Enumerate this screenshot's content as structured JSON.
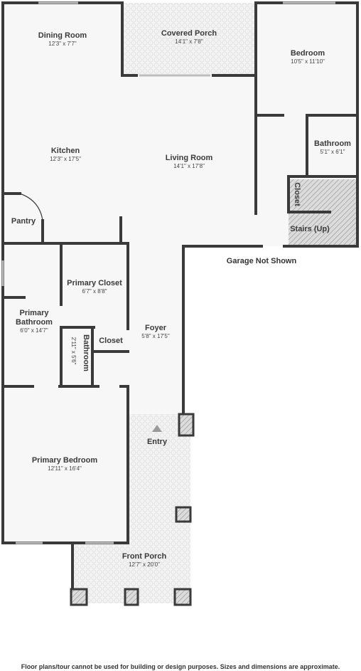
{
  "rooms": {
    "dining": {
      "name": "Dining Room",
      "dim": "12'3\" x 7'7\""
    },
    "covered_porch": {
      "name": "Covered Porch",
      "dim": "14'1\" x 7'8\""
    },
    "bedroom": {
      "name": "Bedroom",
      "dim": "10'5\" x 11'10\""
    },
    "bathroom": {
      "name": "Bathroom",
      "dim": "5'1\" x 6'1\""
    },
    "kitchen": {
      "name": "Kitchen",
      "dim": "12'3\" x 17'5\""
    },
    "living": {
      "name": "Living Room",
      "dim": "14'1\" x 17'8\""
    },
    "closet_top": {
      "name": "Closet"
    },
    "pantry": {
      "name": "Pantry"
    },
    "stairs": {
      "name": "Stairs (Up)"
    },
    "primary_closet": {
      "name": "Primary Closet",
      "dim": "6'7\" x 8'8\""
    },
    "primary_bath": {
      "name_line1": "Primary",
      "name_line2": "Bathroom",
      "dim": "6'0\" x 14'7\""
    },
    "small_bath": {
      "name": "Bathroom",
      "dim": "2'11\" x 5'6\""
    },
    "closet_small": {
      "name": "Closet"
    },
    "foyer": {
      "name": "Foyer",
      "dim": "5'8\" x 17'5\""
    },
    "entry": {
      "name": "Entry"
    },
    "primary_bedroom": {
      "name": "Primary Bedroom",
      "dim": "12'11\" x 16'4\""
    },
    "front_porch": {
      "name": "Front Porch",
      "dim": "12'7\" x 20'0\""
    }
  },
  "notes": {
    "garage": "Garage Not Shown",
    "disclaimer": "Floor plans/tour cannot be used for building or design purposes. Sizes and dimensions are approximate."
  }
}
